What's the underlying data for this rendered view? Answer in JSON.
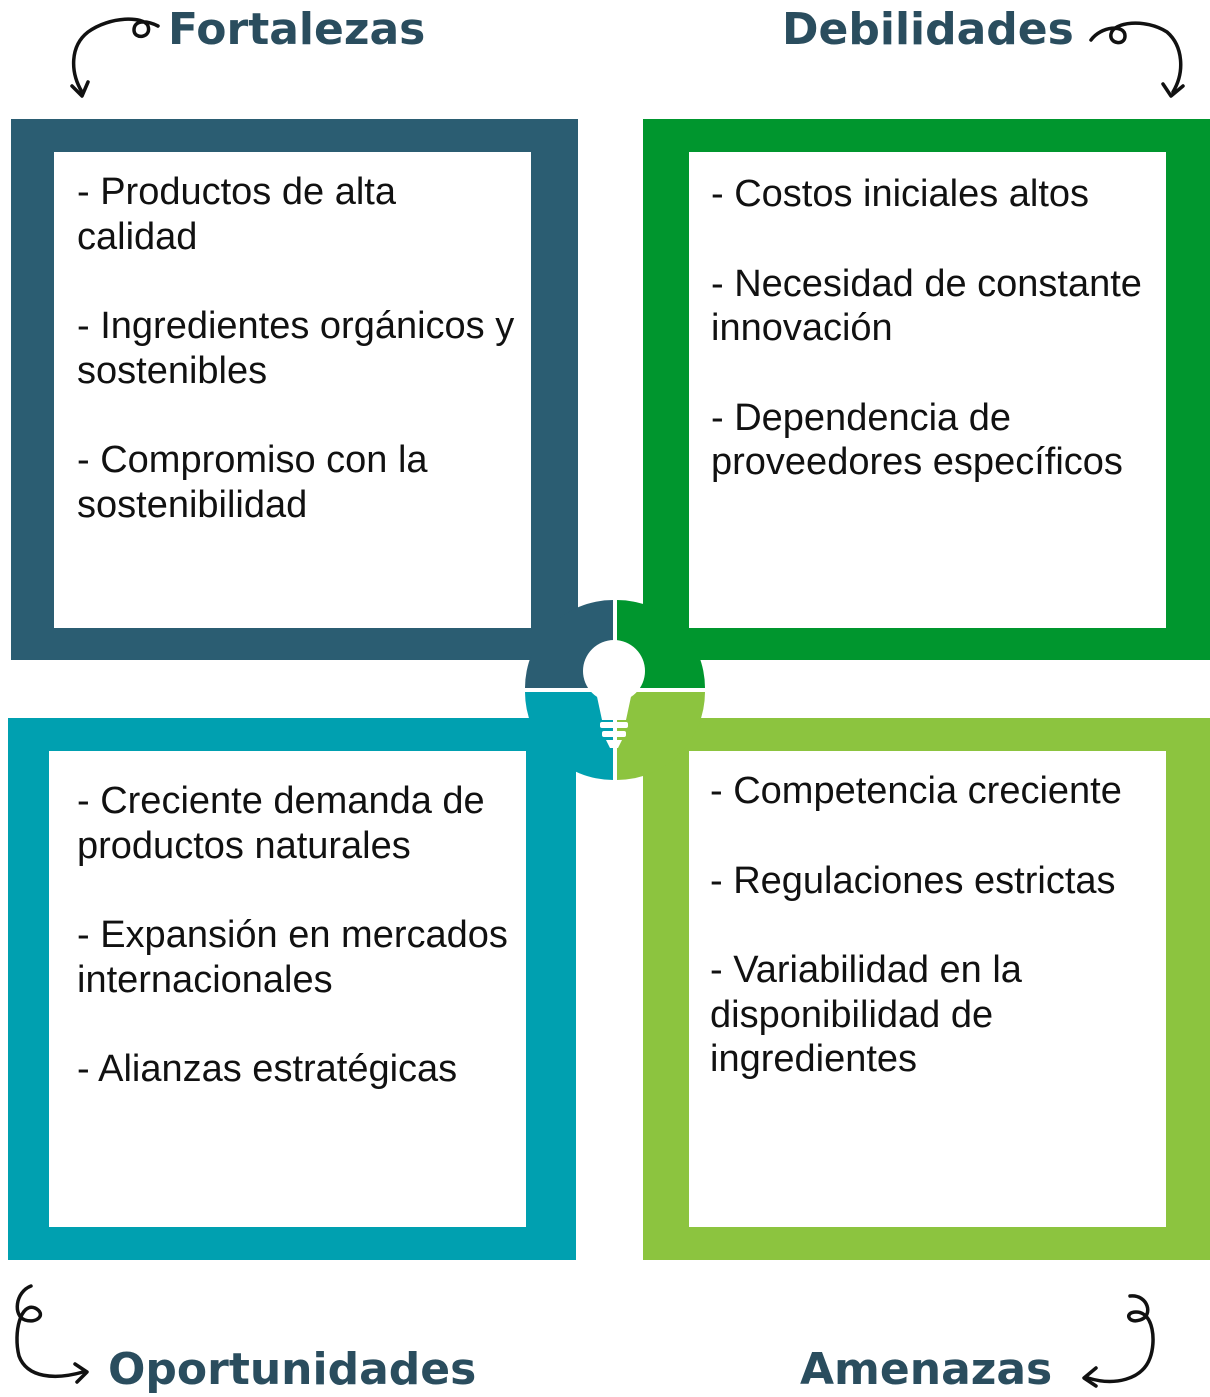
{
  "colors": {
    "strengths": "#2b5d72",
    "weaknesses": "#00962e",
    "opportunities": "#00a0b0",
    "threats": "#8cc43f",
    "title_text": "#2a4d5e"
  },
  "titles": {
    "strengths": "Fortalezas",
    "weaknesses": "Debilidades",
    "opportunities": "Oportunidades",
    "threats": "Amenazas"
  },
  "strengths": [
    "- Productos de alta calidad",
    "- Ingredientes orgánicos y sostenibles",
    "- Compromiso con la sostenibilidad"
  ],
  "weaknesses": [
    "- Costos iniciales altos",
    "- Necesidad de constante innovación",
    "- Dependencia de proveedores específicos"
  ],
  "opportunities": [
    "- Creciente demanda de productos naturales",
    "- Expansión en mercados internacionales",
    "- Alianzas estratégicas"
  ],
  "threats": [
    "- Competencia creciente",
    "- Regulaciones estrictas",
    "- Variabilidad en la disponibilidad de ingredientes"
  ],
  "icons": {
    "center": "lightbulb-icon",
    "corners": "curly-arrow-icon"
  }
}
